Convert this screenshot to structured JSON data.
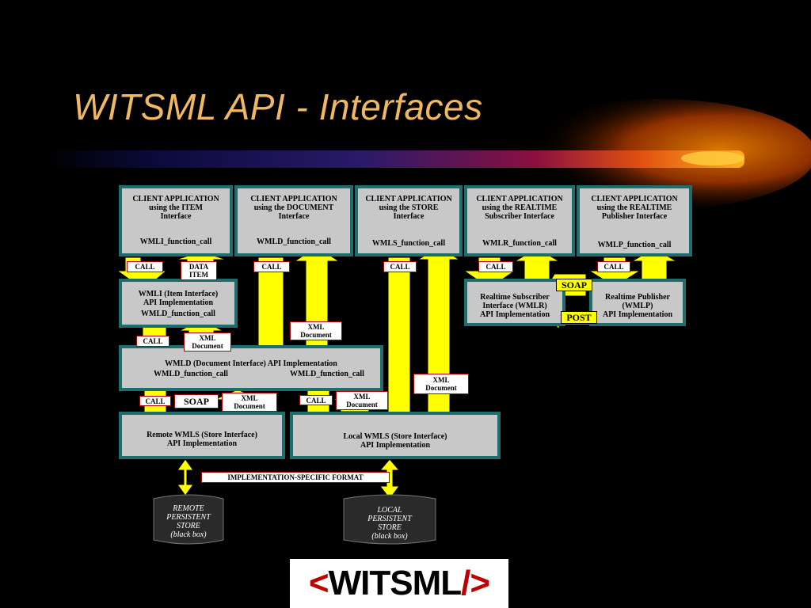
{
  "title": "WITSML API - Interfaces",
  "clients": [
    {
      "lines": [
        "CLIENT APPLICATION",
        "using the ITEM",
        "Interface"
      ],
      "call": "WMLI_function_call"
    },
    {
      "lines": [
        "CLIENT APPLICATION",
        "using the DOCUMENT",
        "Interface"
      ],
      "call": "WMLD_function_call"
    },
    {
      "lines": [
        "CLIENT APPLICATION",
        "using the STORE",
        "Interface"
      ],
      "call": "WMLS_function_call"
    },
    {
      "lines": [
        "CLIENT APPLICATION",
        "using the REALTIME",
        "Subscriber Interface"
      ],
      "call": "WMLR_function_call"
    },
    {
      "lines": [
        "CLIENT APPLICATION",
        "using the REALTIME",
        "Publisher Interface"
      ],
      "call": "WMLP_function_call"
    }
  ],
  "wmli": {
    "lines": [
      "WMLI (Item Interface)",
      "API Implementation"
    ],
    "call": "WMLD_function_call"
  },
  "wmld": {
    "line": "WMLD (Document Interface) API Implementation",
    "call_left": "WMLD_function_call",
    "call_right": "WMLD_function_call"
  },
  "remote_wmls": {
    "lines": [
      "Remote WMLS (Store Interface)",
      "API Implementation"
    ]
  },
  "local_wmls": {
    "lines": [
      "Local WMLS (Store Interface)",
      "API Implementation"
    ]
  },
  "wmlr": {
    "lines": [
      "Realtime Subscriber",
      "Interface (WMLR)",
      "API Implementation"
    ]
  },
  "wmlp": {
    "lines": [
      "Realtime  Publisher",
      "(WMLP)",
      "API Implementation"
    ]
  },
  "labels": {
    "call": "CALL",
    "data_item": [
      "DATA",
      "ITEM"
    ],
    "xml_document": [
      "XML",
      "Document"
    ],
    "soap": "SOAP",
    "post": "POST",
    "implementation_format": "IMPLEMENTATION-SPECIFIC FORMAT"
  },
  "stores": {
    "remote": [
      "REMOTE",
      "PERSISTENT",
      "STORE",
      "(black box)"
    ],
    "local": [
      "LOCAL",
      "PERSISTENT",
      "STORE",
      "(black box)"
    ]
  },
  "logo": "<WITSML/>",
  "colors": {
    "title": "#f0b860",
    "arrow": "#ffff00",
    "box_fill": "#c8c8c8",
    "box_border": "#1e6e6e",
    "label_border": "#b00000",
    "logo_bracket": "#c00000"
  }
}
